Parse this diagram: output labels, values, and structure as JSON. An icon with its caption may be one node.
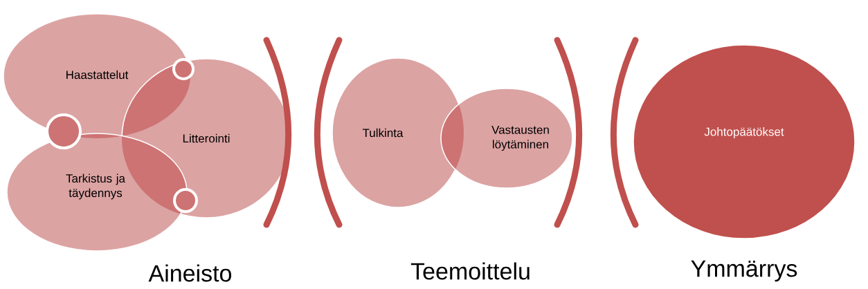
{
  "diagram": {
    "nodes": [
      {
        "text": [
          "Haastattelut"
        ]
      },
      {
        "text": [
          "Litterointi"
        ]
      },
      {
        "text": [
          "Tarkistus ja täydennys"
        ]
      },
      {
        "text": [
          "Tulkinta"
        ]
      },
      {
        "text": [
          "Vastausten löytäminen"
        ]
      },
      {
        "text": [
          "Johtopäätökset"
        ]
      }
    ],
    "labels": [
      "Aineisto",
      "Teemoittelu",
      "Ymmärrys"
    ]
  }
}
